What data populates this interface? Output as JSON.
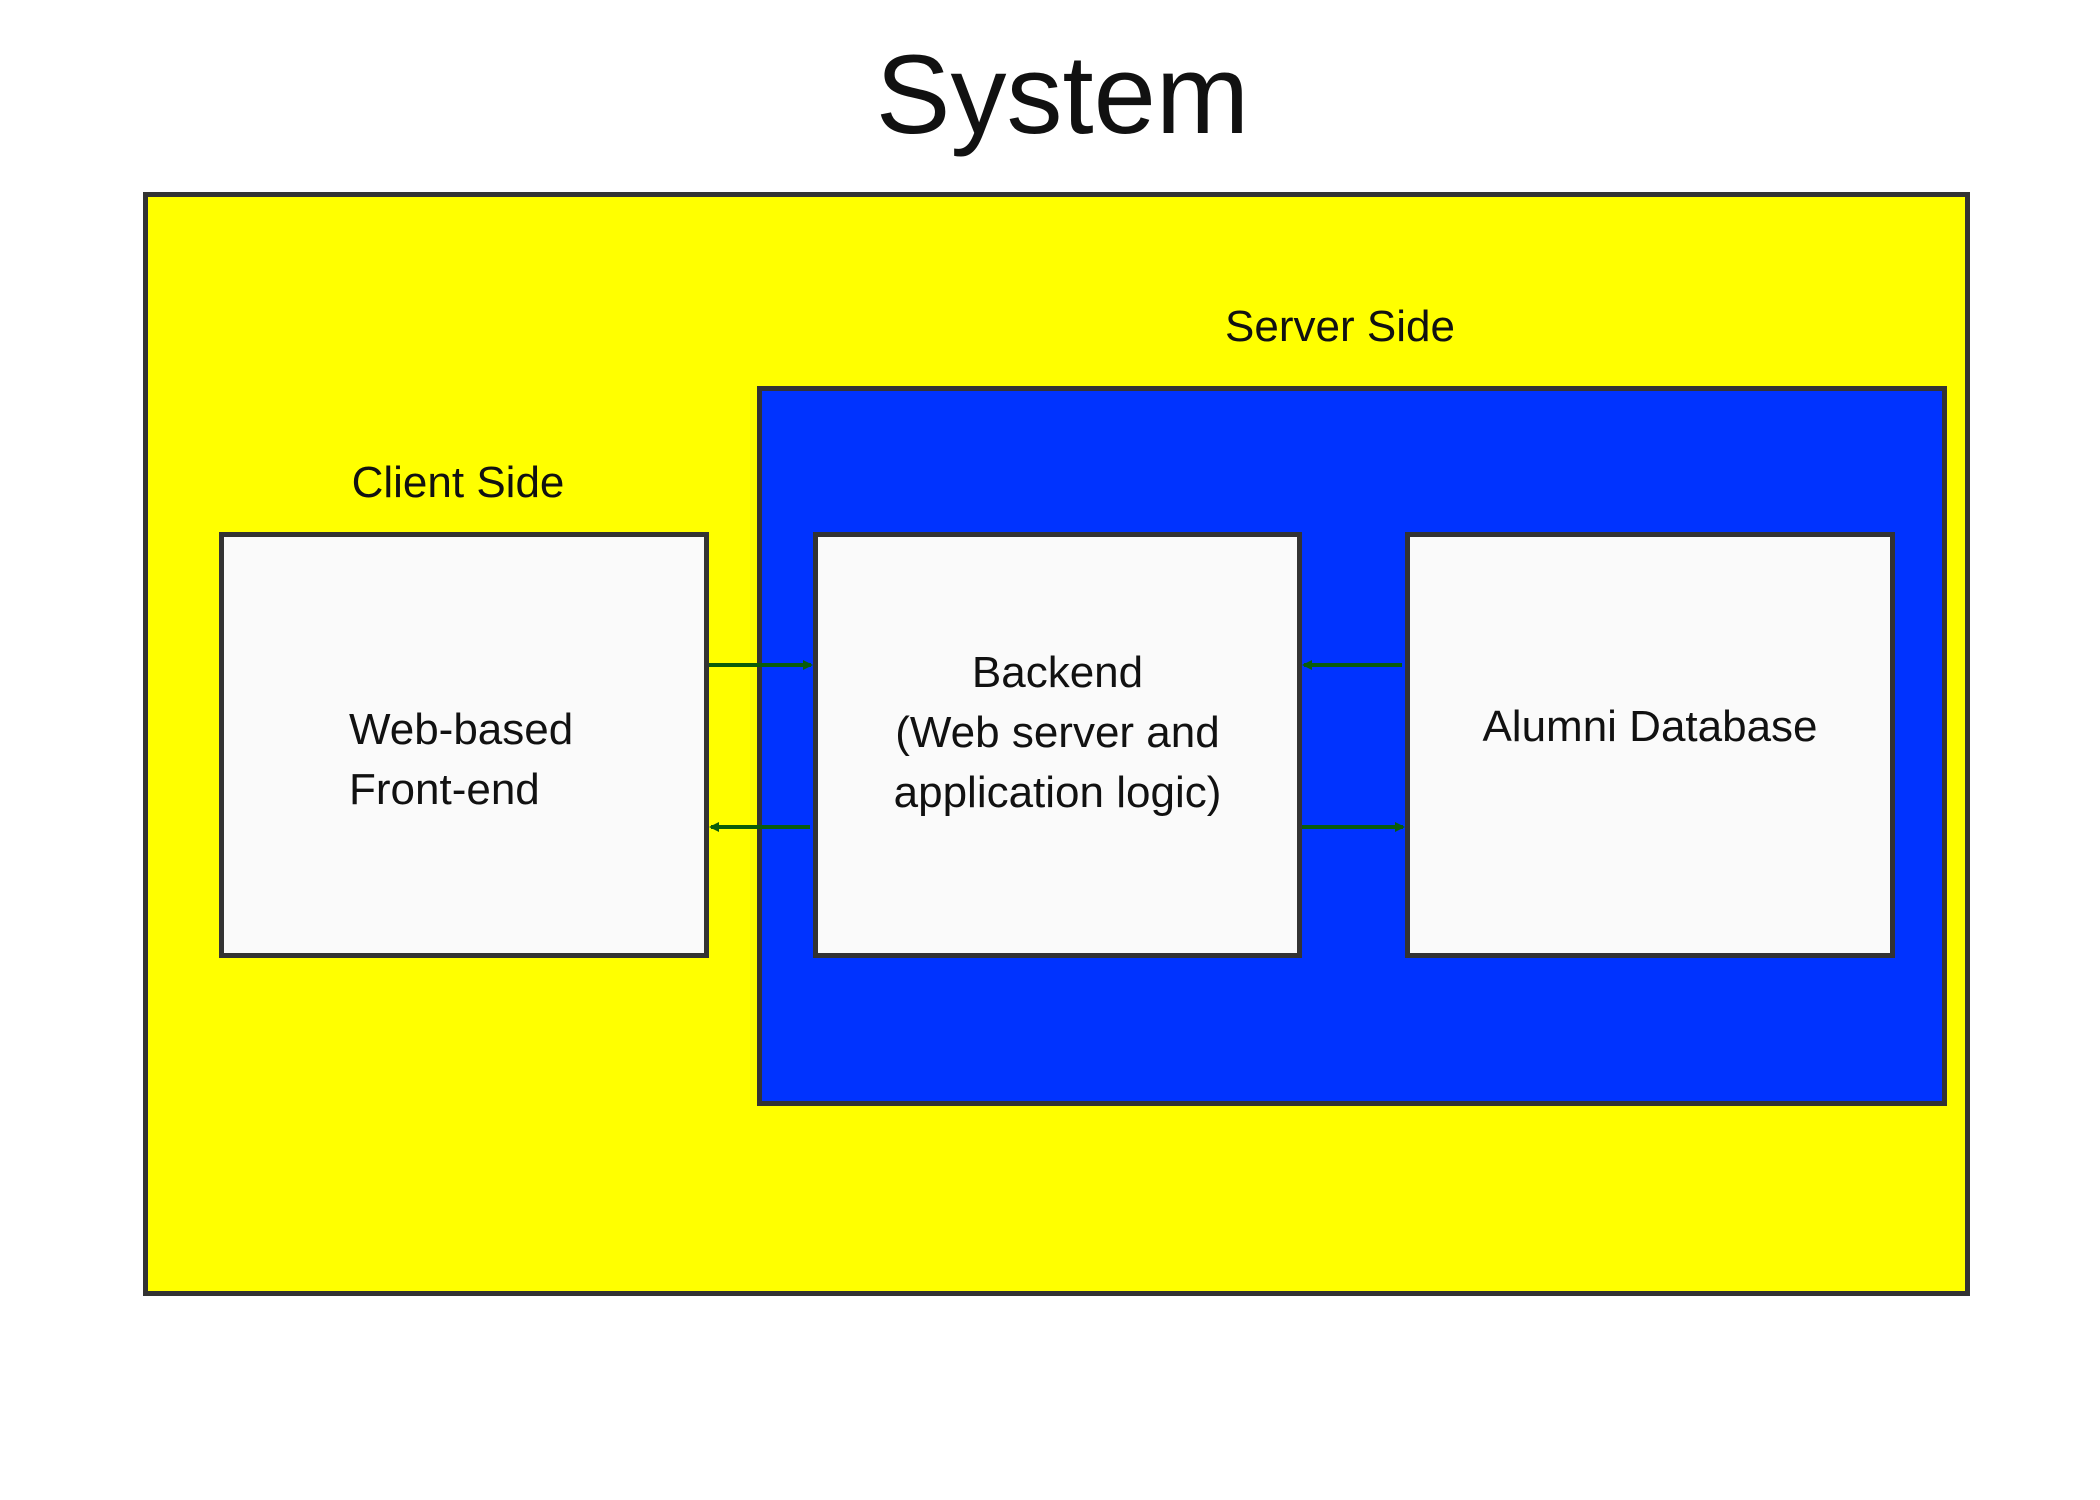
{
  "diagram": {
    "title": "System",
    "server_label": "Server Side",
    "client_label": "Client Side",
    "nodes": {
      "frontend": {
        "lines": [
          "Web-based",
          "Front-end"
        ]
      },
      "backend": {
        "lines": [
          "Backend",
          "(Web server and",
          "application logic)"
        ]
      },
      "database": {
        "lines": [
          "Alumni Database"
        ]
      }
    },
    "connections": [
      {
        "from": "frontend",
        "to": "backend"
      },
      {
        "from": "backend",
        "to": "frontend"
      },
      {
        "from": "database",
        "to": "backend"
      },
      {
        "from": "backend",
        "to": "database"
      }
    ]
  },
  "colors": {
    "system_fill": "#ffff00",
    "server_fill": "#0033ff",
    "node_fill": "#fafafa",
    "border": "#333333",
    "arrow": "#0a5c0a"
  }
}
